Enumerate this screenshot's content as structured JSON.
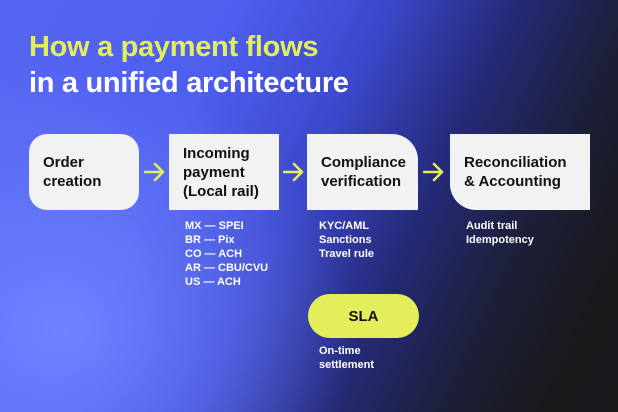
{
  "title": {
    "line1": "How a payment flows",
    "line2": "in a unified architecture"
  },
  "colors": {
    "accent": "#E3EF5A",
    "box_fill": "#F2F2F2",
    "text_dark": "#111111",
    "text_light": "#FFFFFF",
    "bg_light": "#6E80FF",
    "bg_mid": "#4455E0",
    "bg_dark": "#18181B"
  },
  "steps": [
    {
      "line1": "Order",
      "line2": "creation",
      "line3": ""
    },
    {
      "line1": "Incoming",
      "line2": "payment",
      "line3": "(Local rail)"
    },
    {
      "line1": "Compliance",
      "line2": "verification",
      "line3": ""
    },
    {
      "line1": "Reconciliation",
      "line2": "& Accounting",
      "line3": ""
    }
  ],
  "arrows": [
    {
      "icon": "arrow-right-icon"
    },
    {
      "icon": "arrow-right-icon"
    },
    {
      "icon": "arrow-right-icon"
    }
  ],
  "notes": {
    "incoming": [
      "MX — SPEI",
      "BR — Pix",
      "CO — ACH",
      "AR — CBU/CVU",
      "US — ACH"
    ],
    "compliance": [
      "KYC/AML",
      "Sanctions",
      "Travel rule"
    ],
    "reconciliation": [
      "Audit trail",
      "Idempotency"
    ]
  },
  "sla": {
    "label": "SLA",
    "notes": [
      "On-time",
      "settlement"
    ]
  }
}
